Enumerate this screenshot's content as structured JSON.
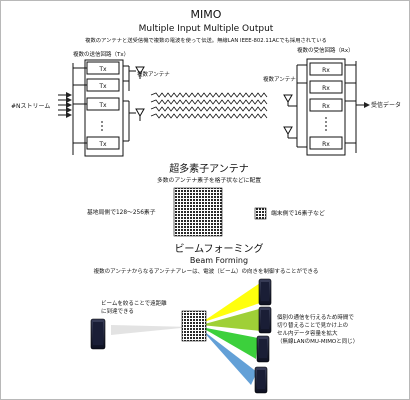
{
  "mimo": {
    "title": "MIMO",
    "subtitle": "Multiple Input Multiple Output",
    "description": "複数のアンテナと送受信機で複数の電波を使って伝送。無線LAN IEEE-802.11ACでも採用されている",
    "tx_circuit_label": "複数の送信回路（Tx）",
    "rx_circuit_label": "複数の受信回路（Rx）",
    "tx_antenna_label": "複数アンテナ",
    "rx_antenna_label": "複数アンテナ",
    "streams_label": "#Nストリーム",
    "received_label": "受信データ",
    "tx_units": [
      "Tx",
      "Tx",
      "Tx",
      "Tx"
    ],
    "rx_units": [
      "Rx",
      "Rx",
      "Rx",
      "Rx"
    ]
  },
  "massive": {
    "title": "超多素子アンテナ",
    "description": "多数のアンテナ素子を格子状などに配置",
    "base_label": "基地局側で128〜256素子",
    "terminal_label": "端末側で16素子など"
  },
  "beam": {
    "title": "ビームフォーミング",
    "subtitle": "Beam Forming",
    "description": "複数のアンテナからなるアンテナアレーは、電波（ビーム）の向きを制御することができる",
    "left_note": [
      "ビームを絞ることで遠距離",
      "に到達できる"
    ],
    "right_note": [
      "個別の通信を行えるため時間で",
      "切り替えることで見かけ上の",
      "セル内データ容量を拡大",
      "（無線LANのMU-MIMOと同じ）"
    ],
    "beam_colors": [
      "#ffff00",
      "#9ace2c",
      "#32cd32",
      "#5b9bd5"
    ]
  }
}
